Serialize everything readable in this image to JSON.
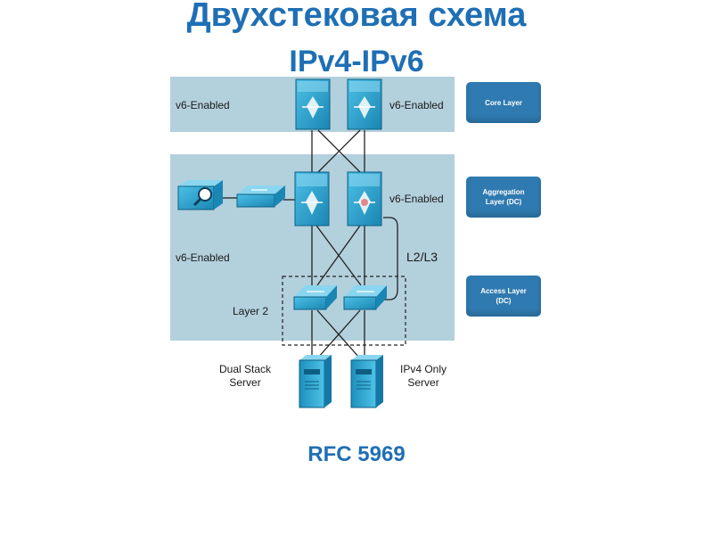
{
  "title_line1": "Двухстековая схема",
  "title_line2": "IPv4-IPv6",
  "footer": "RFC 5969",
  "labels": {
    "core_v6": "v6-Enabled",
    "core_v6_right": "v6-Enabled",
    "agg_v6_right": "v6-Enabled",
    "agg_v6_left": "v6-Enabled",
    "l2l3": "L2/L3",
    "layer2": "Layer 2",
    "dual_stack": "Dual Stack\nServer",
    "ipv4_only": "IPv4 Only\nServer"
  },
  "layers": {
    "core": "Core Layer",
    "aggregation": "Aggregation\nLayer (DC)",
    "access": "Access Layer\n(DC)"
  },
  "colors": {
    "title": "#1f6fb5",
    "zone": "#b3d0dd",
    "device": "#2a9ec8",
    "layer_button": "#2f7ab0"
  }
}
